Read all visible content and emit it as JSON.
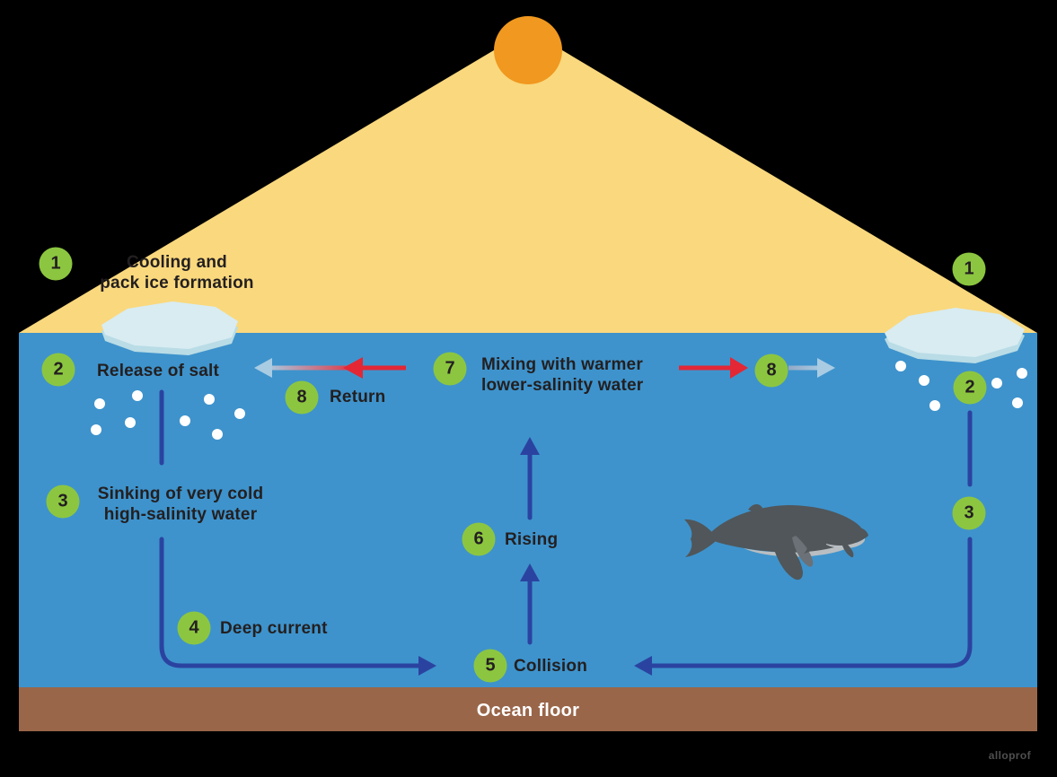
{
  "colors": {
    "background": "#000000",
    "sun": "#F0981F",
    "cone": "#FAD87D",
    "water": "#3E93CC",
    "floor": "#9A6649",
    "ice": "#D8ECF2",
    "iceShadow": "#B9DCE6",
    "badge": "#8CC640",
    "arrowBlue": "#2B43A0",
    "arrowRed": "#E32735",
    "arrowPale": "#A9CCE3",
    "arrowPaleDark": "#93A9C6",
    "whaleDark": "#50565A",
    "whaleLight": "#B9BEC2",
    "whaleMid": "#6B7176",
    "text": "#231F20",
    "white": "#FFFFFF",
    "watermarkColor": "#4F4F4F"
  },
  "icons": {
    "sun": "orange-circle-with-light-cone",
    "ice_floe": "light-blue-polygon",
    "salt_particles": "white-dots",
    "whales": "gray-whale-silhouettes",
    "current_arrows": "blue-red-pale-arrows"
  },
  "steps": {
    "s1": {
      "num": "1",
      "line1": "Cooling and",
      "line2": "pack ice formation"
    },
    "s2": {
      "num": "2",
      "label": "Release of salt"
    },
    "s3": {
      "num": "3",
      "line1": "Sinking of very cold",
      "line2": "high-salinity water"
    },
    "s4": {
      "num": "4",
      "label": "Deep current"
    },
    "s5": {
      "num": "5",
      "label": "Collision"
    },
    "s6": {
      "num": "6",
      "label": "Rising"
    },
    "s7": {
      "num": "7",
      "line1": "Mixing with warmer",
      "line2": "lower-salinity water"
    },
    "s8": {
      "num": "8",
      "label": "Return"
    }
  },
  "ocean_floor_label": "Ocean floor",
  "watermark": "alloprof"
}
